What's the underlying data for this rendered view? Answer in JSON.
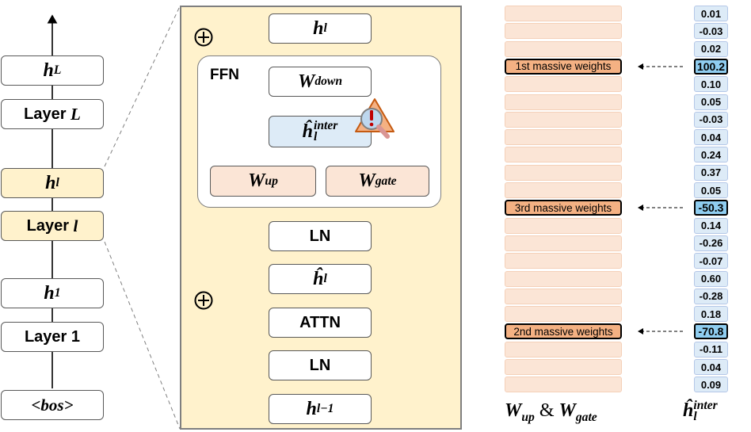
{
  "stack": {
    "hL": {
      "main": "h",
      "sub": "L"
    },
    "layerL": {
      "text": "Layer ",
      "var": "L"
    },
    "hl": {
      "main": "h",
      "sub": "l"
    },
    "layerl": {
      "text": "Layer ",
      "var": "l"
    },
    "h1": {
      "main": "h",
      "sub": "1"
    },
    "layer1": "Layer 1",
    "bos": "<bos>"
  },
  "block": {
    "top_h": {
      "main": "h",
      "sub": "l"
    },
    "ffn_label": "FFN",
    "wdown": {
      "main": "W",
      "sub": "down"
    },
    "hinter": {
      "main": "ĥ",
      "sub": "l",
      "sup": "inter"
    },
    "wup": {
      "main": "W",
      "sub": "up"
    },
    "wgate": {
      "main": "W",
      "sub": "gate"
    },
    "ln_top": "LN",
    "hhat": {
      "main": "ĥ",
      "sub": "l"
    },
    "attn": "ATTN",
    "ln_bottom": "LN",
    "hprev": {
      "main": "h",
      "sub": "l−1"
    }
  },
  "weights": {
    "rows": [
      "",
      "",
      "",
      "1st massive weights",
      "",
      "",
      "",
      "",
      "",
      "",
      "",
      "3rd massive weights",
      "",
      "",
      "",
      "",
      "",
      "",
      "2nd massive weights",
      "",
      "",
      ""
    ],
    "values": [
      "0.01",
      "-0.03",
      "0.02",
      "100.2",
      "0.10",
      "0.05",
      "-0.03",
      "0.04",
      "0.24",
      "0.37",
      "0.05",
      "-50.3",
      "0.14",
      "-0.26",
      "-0.07",
      "0.60",
      "-0.28",
      "0.18",
      "-70.8",
      "-0.11",
      "0.04",
      "0.09"
    ],
    "highlight_indices": [
      3,
      11,
      18
    ]
  },
  "captions": {
    "left": {
      "w1": "W",
      "s1": "up",
      "amp": " & ",
      "w2": "W",
      "s2": "gate"
    },
    "right": {
      "main": "ĥ",
      "sub": "l",
      "sup": "inter"
    }
  },
  "colors": {
    "layer_highlight": "#fff2cc",
    "weight_row": "#fbe5d6",
    "weight_highlight": "#f4b183",
    "value_cell": "#ddebf7",
    "value_highlight": "#8fcdf0"
  },
  "icons": [
    "warning-search-icon",
    "oplus-icon"
  ]
}
